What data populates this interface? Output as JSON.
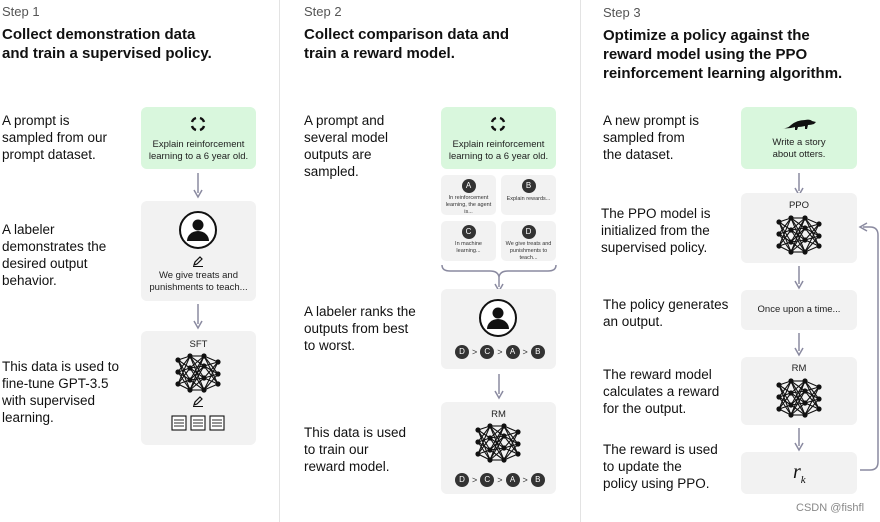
{
  "step1": {
    "step_label": "Step 1",
    "heading_line1": "Collect demonstration data",
    "heading_line2": "and train a supervised policy.",
    "desc1": [
      "A prompt is",
      "sampled from our",
      "prompt dataset."
    ],
    "desc2": [
      "A labeler",
      "demonstrates the",
      "desired output",
      "behavior."
    ],
    "desc3": [
      "This data is used to",
      "fine-tune GPT-3.5",
      "with supervised",
      "learning."
    ],
    "prompt_line1": "Explain reinforcement",
    "prompt_line2": "learning to a 6 year old.",
    "output_line1": "We give treats and",
    "output_line2": "punishments to teach...",
    "model_label": "SFT"
  },
  "step2": {
    "step_label": "Step 2",
    "heading_line1": "Collect comparison data and",
    "heading_line2": "train a reward model.",
    "desc1": [
      "A prompt and",
      "several model",
      "outputs are",
      "sampled."
    ],
    "desc2": [
      "A labeler ranks the",
      "outputs from best",
      "to worst."
    ],
    "desc3": [
      "This data is used",
      "to train our",
      "reward model."
    ],
    "prompt_line1": "Explain reinforcement",
    "prompt_line2": "learning to a 6 year old.",
    "outputs": [
      {
        "letter": "A",
        "text": "In reinforcement learning, the agent is..."
      },
      {
        "letter": "B",
        "text": "Explain rewards..."
      },
      {
        "letter": "C",
        "text": "In machine learning..."
      },
      {
        "letter": "D",
        "text": "We give treats and punishments to teach..."
      }
    ],
    "ranking": [
      "D",
      "C",
      "A",
      "B"
    ],
    "ranking_sep": ">",
    "model_label": "RM"
  },
  "step3": {
    "step_label": "Step 3",
    "heading_line1": "Optimize a policy against the",
    "heading_line2": "reward model using the PPO",
    "heading_line3": "reinforcement learning algorithm.",
    "desc1": [
      "A new prompt is",
      "sampled from",
      "the dataset."
    ],
    "desc2": [
      "The PPO model is",
      "initialized from the",
      "supervised policy."
    ],
    "desc3": [
      "The policy generates",
      "an output."
    ],
    "desc4": [
      "The reward model",
      "calculates a reward",
      "for the output."
    ],
    "desc5": [
      "The reward is used",
      "to update the",
      "policy using PPO."
    ],
    "prompt_line1": "Write a story",
    "prompt_line2": "about otters.",
    "ppo_label": "PPO",
    "output_text": "Once upon a time...",
    "rm_label": "RM",
    "reward_symbol": "r",
    "reward_subscript": "k"
  },
  "watermark": "CSDN @fishfl",
  "icons": [
    "recycle-icon",
    "person-icon",
    "pencil-icon",
    "neural-network-icon",
    "document-icon",
    "otter-icon",
    "arrow-down-icon",
    "feedback-arrow-icon"
  ],
  "colors": {
    "prompt_bg": "#d9f7dd",
    "box_bg": "#f2f2f2",
    "badge": "#333333"
  }
}
